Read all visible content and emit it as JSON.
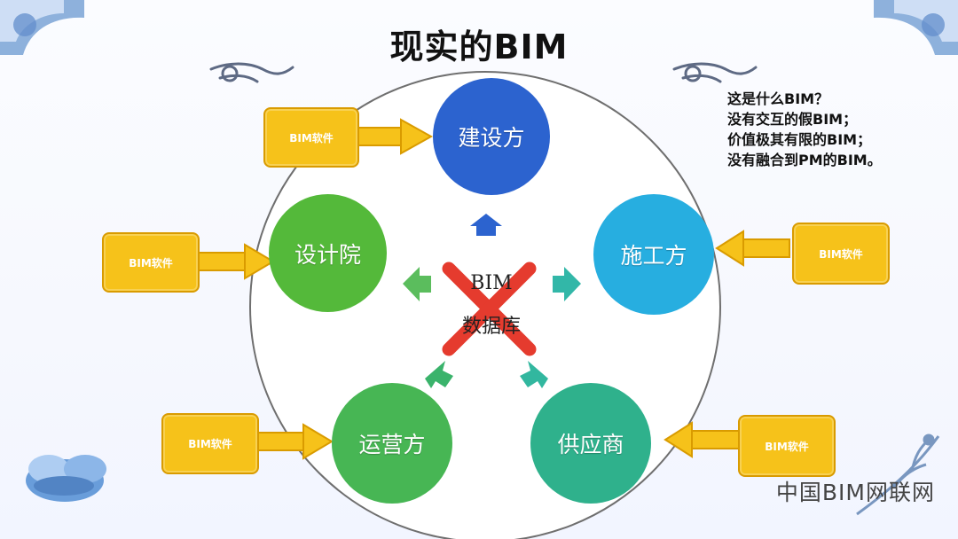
{
  "title": "现实的BIM",
  "note_lines": [
    "这是什么BIM？",
    "没有交互的假BIM；",
    "价值极其有限的BIM；",
    "没有融合到PM的BIM。"
  ],
  "badge_label": "BIM软件",
  "nodes": {
    "owner": "建设方",
    "designer": "设计院",
    "contractor": "施工方",
    "operator": "运营方",
    "supplier": "供应商"
  },
  "center": {
    "line1": "BIM",
    "line2": "数据库"
  },
  "watermark": "中国BIM网联网",
  "colors": {
    "badge": "#f6c21a",
    "badge_border": "#d99b00",
    "owner": "#2c63cf",
    "designer": "#54b93a",
    "contractor": "#27aee0",
    "operator": "#47b654",
    "supplier": "#2fb18c",
    "x_mark": "#e53b2e",
    "ring": "#6f6f6f",
    "accent_green": "#4fb54f",
    "accent_blue": "#2c63cf"
  }
}
